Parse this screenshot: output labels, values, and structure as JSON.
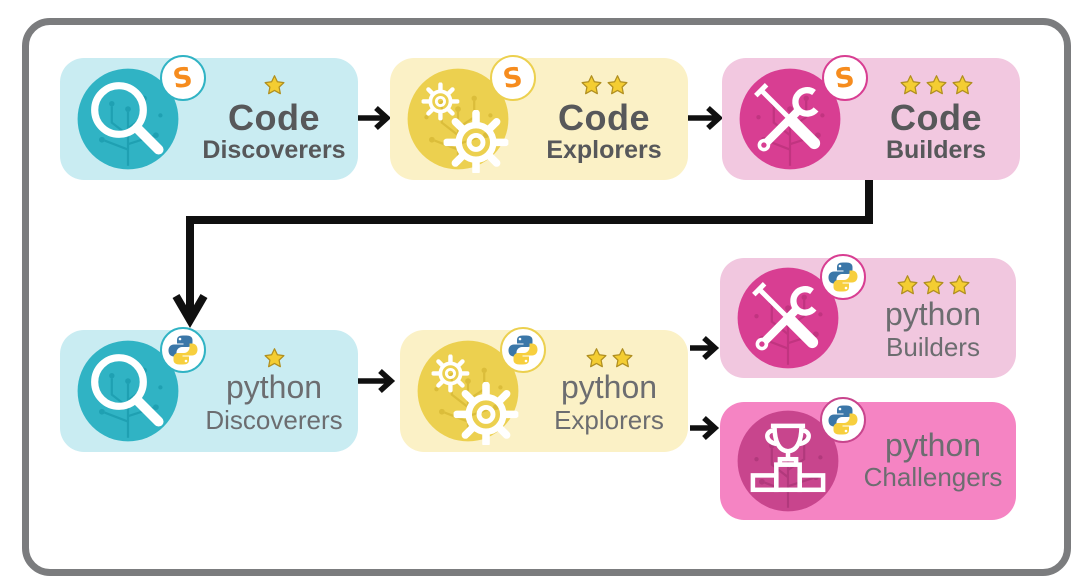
{
  "diagram": {
    "badge": {
      "scratch_letter": "S"
    },
    "colors": {
      "frame_border": "#7b7c7e",
      "arrow": "#101010",
      "top_text": "#57585a",
      "bottom_text": "#6c6d70",
      "star_fill": "#f4cd32",
      "star_stroke": "#b08f20",
      "python_blue": "#3b77a8",
      "python_yellow": "#f7cf3e",
      "scratch_orange": "#f68c1e"
    },
    "nodes": [
      {
        "id": "code-discoverers",
        "line1": "Code",
        "line2": "Discoverers",
        "stars": 1,
        "platform": "scratch",
        "icon": "magnifier",
        "box_color": "#c9ecf2",
        "circle_color": "#30b3c4",
        "circuit_color": "#0f8fa2"
      },
      {
        "id": "code-explorers",
        "line1": "Code",
        "line2": "Explorers",
        "stars": 2,
        "platform": "scratch",
        "icon": "gears",
        "box_color": "#fbf1c6",
        "circle_color": "#ecd04f",
        "circuit_color": "#c7a722"
      },
      {
        "id": "code-builders",
        "line1": "Code",
        "line2": "Builders",
        "stars": 3,
        "platform": "scratch",
        "icon": "tools",
        "box_color": "#f2c8e0",
        "circle_color": "#d83e92",
        "circuit_color": "#ab2b70"
      },
      {
        "id": "python-discoverers",
        "line1": "python",
        "line2": "Discoverers",
        "stars": 1,
        "platform": "python",
        "icon": "magnifier",
        "box_color": "#c9ecf2",
        "circle_color": "#30b3c4",
        "circuit_color": "#0f8fa2"
      },
      {
        "id": "python-explorers",
        "line1": "python",
        "line2": "Explorers",
        "stars": 2,
        "platform": "python",
        "icon": "gears",
        "box_color": "#fbf1c6",
        "circle_color": "#ecd04f",
        "circuit_color": "#c7a722"
      },
      {
        "id": "python-builders",
        "line1": "python",
        "line2": "Builders",
        "stars": 3,
        "platform": "python",
        "icon": "tools",
        "box_color": "#f1c7df",
        "circle_color": "#d83e92",
        "circuit_color": "#ab2b70"
      },
      {
        "id": "python-challengers",
        "line1": "python",
        "line2": "Challengers",
        "stars": 0,
        "platform": "python",
        "icon": "trophy",
        "box_color": "#f584c3",
        "circle_color": "#c8458d",
        "circuit_color": "#9c2f6c"
      }
    ]
  }
}
